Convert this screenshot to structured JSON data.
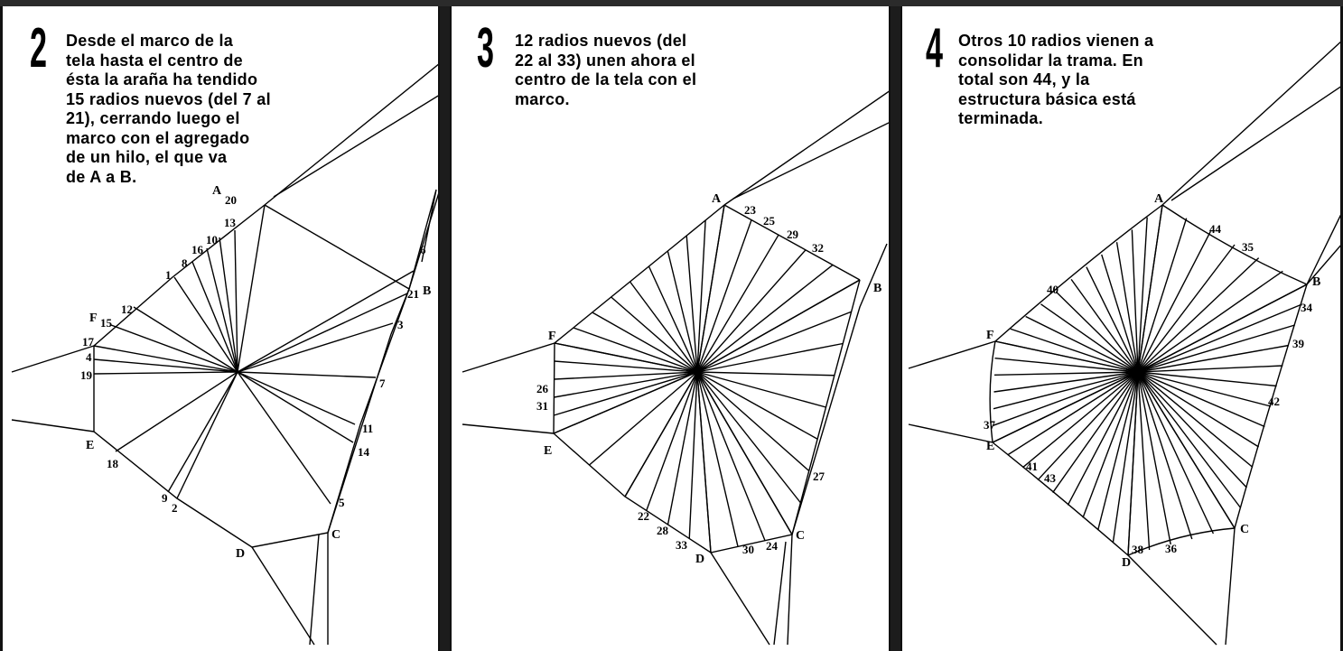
{
  "panels": [
    {
      "step": "2",
      "text": "Desde el marco de la\ntela hasta el centro de\nésta la araña ha tendido\n15 radios nuevos (del 7 al\n21), cerrando luego el\nmarco con el agregado\nde un hilo, el que va\nde A a B.",
      "labels": [
        "A",
        "20",
        "13",
        "10",
        "16",
        "8",
        "1",
        "12",
        "F",
        "15",
        "17",
        "4",
        "19",
        "E",
        "18",
        "9",
        "2",
        "D",
        "C",
        "5",
        "14",
        "11",
        "7",
        "3",
        "21",
        "B",
        "6"
      ]
    },
    {
      "step": "3",
      "text": "12 radios nuevos (del\n22 al 33) unen ahora el\ncentro de la tela con el\nmarco.",
      "labels": [
        "A",
        "23",
        "25",
        "29",
        "32",
        "B",
        "F",
        "26",
        "31",
        "E",
        "27",
        "22",
        "28",
        "33",
        "D",
        "30",
        "24",
        "C"
      ]
    },
    {
      "step": "4",
      "text": "Otros 10 radios vienen a\nconsolidar la trama. En\ntotal son 44, y la\nestructura básica está\nterminada.",
      "labels": [
        "A",
        "44",
        "35",
        "B",
        "40",
        "34",
        "F",
        "39",
        "42",
        "37",
        "E",
        "41",
        "43",
        "C",
        "38",
        "D",
        "36"
      ]
    }
  ]
}
